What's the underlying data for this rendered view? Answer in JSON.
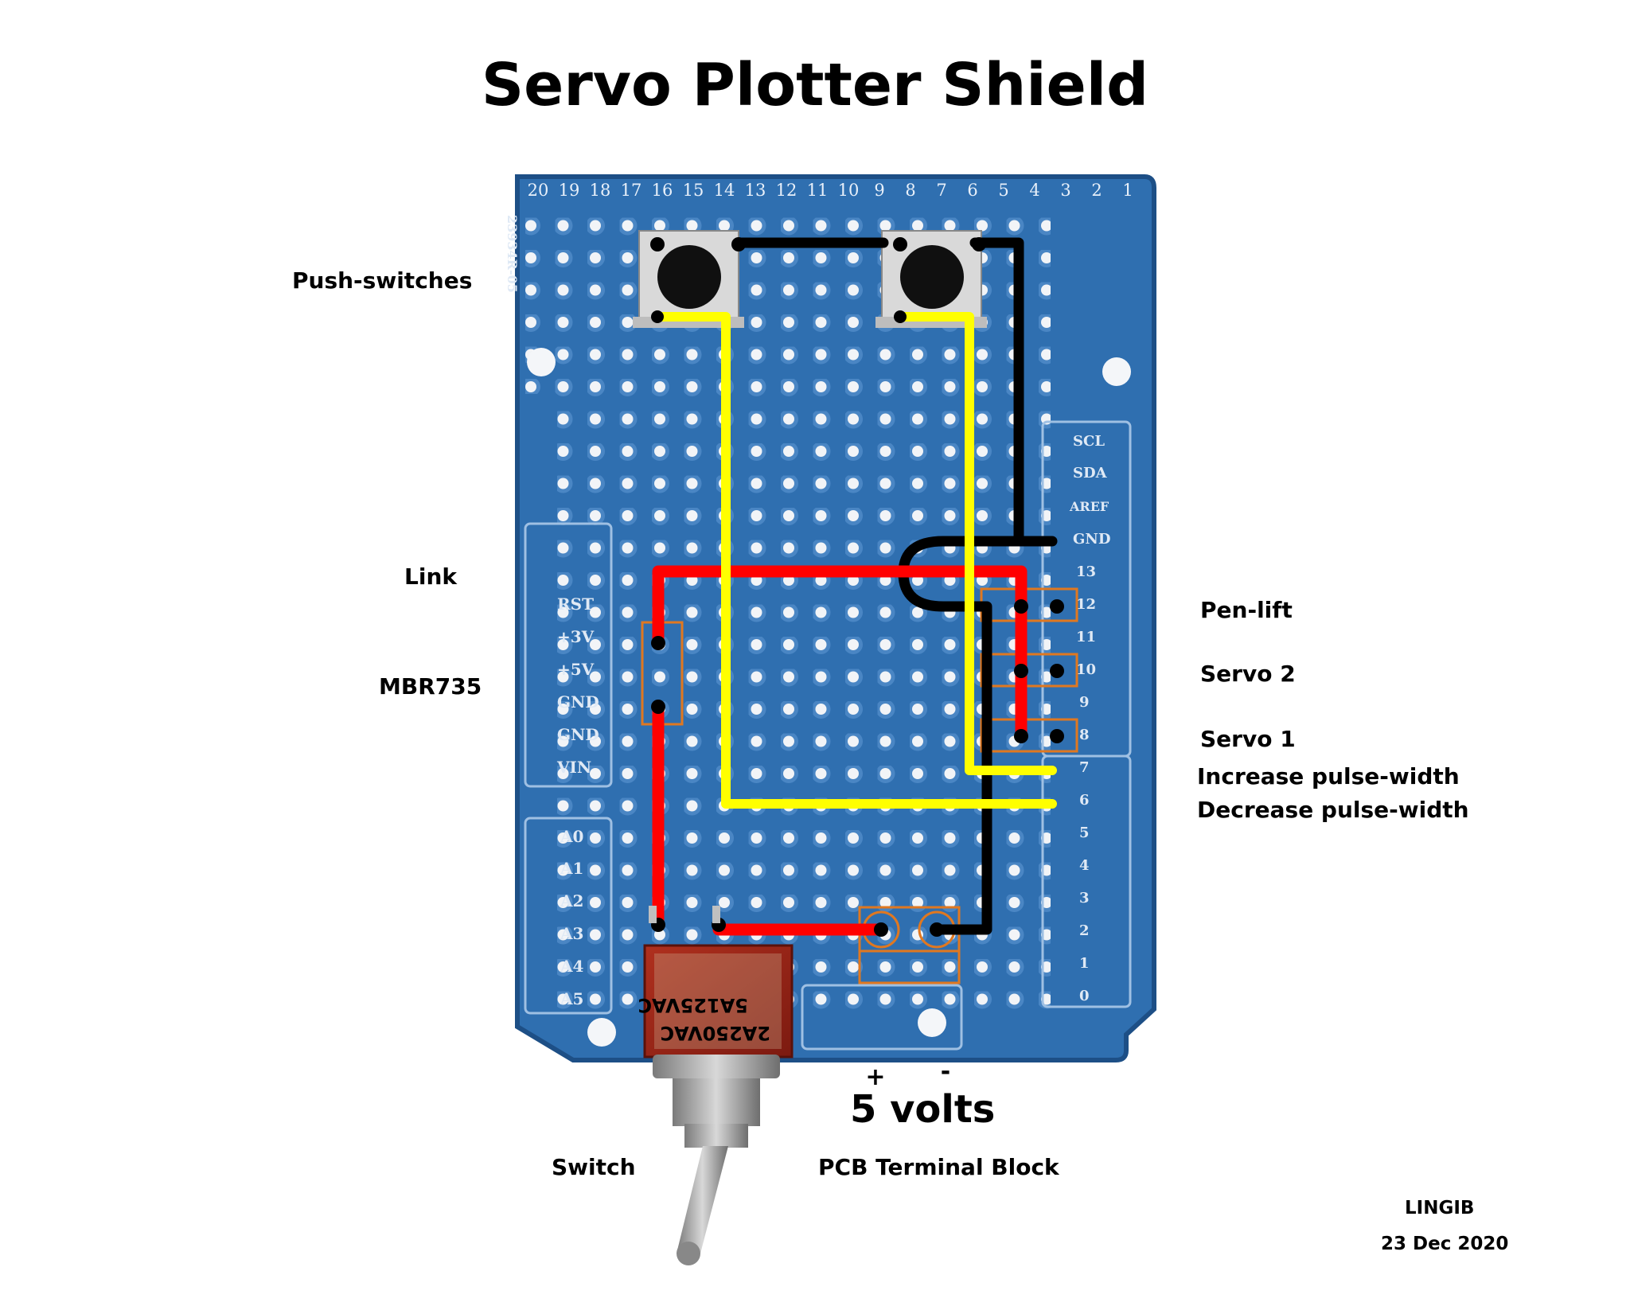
{
  "title": "Servo Plotter Shield",
  "labels": {
    "push_switches": "Push-switches",
    "link": "Link",
    "mbr735": "MBR735",
    "pen_lift": "Pen-lift",
    "servo2": "Servo 2",
    "servo1": "Servo 1",
    "increase": "Increase pulse-width",
    "decrease": "Decrease pulse-width",
    "switch": "Switch",
    "terminal": "PCB Terminal Block",
    "volts": "5 volts",
    "plus": "+",
    "minus": "-",
    "author": "LINGIB",
    "date": "23 Dec 2020"
  },
  "board": {
    "part_code": "23934R-05",
    "columns": [
      "20",
      "19",
      "18",
      "17",
      "16",
      "15",
      "14",
      "13",
      "12",
      "11",
      "10",
      "9",
      "8",
      "7",
      "6",
      "5",
      "4",
      "3",
      "2",
      "1"
    ],
    "power_header": [
      "RST",
      "+3V",
      "+5V",
      "GND",
      "GND",
      "VIN"
    ],
    "analog_header": [
      "A0",
      "A1",
      "A2",
      "A3",
      "A4",
      "A5"
    ],
    "top_header": [
      "SCL",
      "SDA",
      "AREF",
      "GND",
      "13",
      "12",
      "11",
      "10",
      "9",
      "8"
    ],
    "digital_header": [
      "7",
      "6",
      "5",
      "4",
      "3",
      "2",
      "1",
      "0"
    ],
    "switch_marking_1": "5A125VAC",
    "switch_marking_2": "2A250VAC"
  },
  "colors": {
    "board": "#2f6fb0",
    "board_edge": "#1d4f86",
    "hole": "#f2f4f7",
    "wire_red": "#ff0000",
    "wire_yellow": "#ffff00",
    "wire_black": "#000000",
    "outline_orange": "#e07820"
  }
}
